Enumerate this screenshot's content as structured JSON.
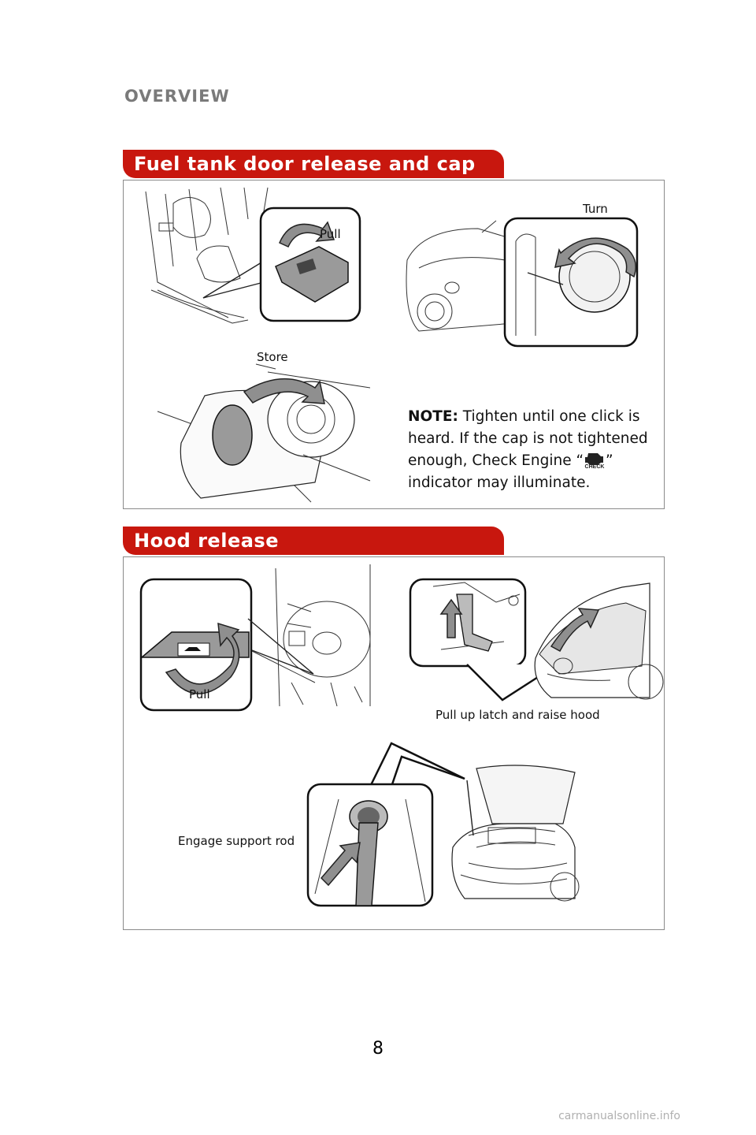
{
  "header": {
    "section": "OVERVIEW"
  },
  "fuel": {
    "title": "Fuel tank door release and cap",
    "labels": {
      "pull": "Pull",
      "turn": "Turn",
      "store": "Store"
    },
    "note_label": "NOTE:",
    "note_line1": "Tighten until one click is",
    "note_line2": "heard. If the cap is not tightened",
    "note_line3_a": "enough, Check Engine “",
    "note_line3_b": "”",
    "note_line4": "indicator may illuminate.",
    "check_icon_text": "CHECK",
    "check_icon": "check-engine-icon"
  },
  "hood": {
    "title": "Hood release",
    "labels": {
      "pull": "Pull",
      "latch": "Pull up latch and raise hood",
      "rod": "Engage support rod"
    }
  },
  "page_number": "8",
  "footer": "carmanualsonline.info",
  "colors": {
    "tab": "#c8170e",
    "header": "#7a7a7a",
    "arrow": "#8f8f8f"
  }
}
